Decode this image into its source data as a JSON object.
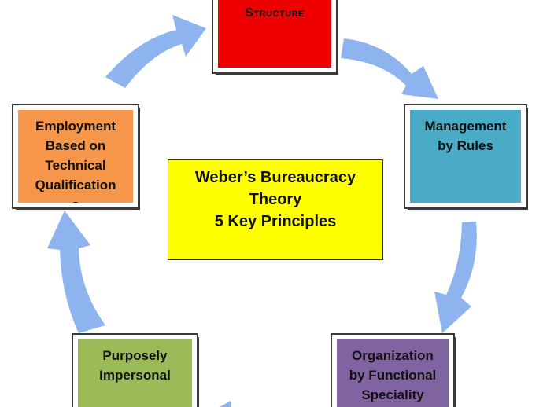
{
  "colors": {
    "arrow": "#8eb4f0",
    "top_box": "#ee0000",
    "left_box": "#f5964a",
    "right_box": "#4aabc6",
    "bottom_left_box": "#9bbb59",
    "bottom_right_box": "#8064a2",
    "center_box": "#ffff00"
  },
  "center": {
    "line1": "Weber’s Bureaucracy",
    "line2": "Theory",
    "line3": "5 Key Principles"
  },
  "boxes": {
    "top": {
      "line1": "Structure"
    },
    "left": {
      "line1": "Employment",
      "line2": "Based on",
      "line3": "Technical",
      "line4": "Qualification",
      "line5": "s"
    },
    "right": {
      "line1": "Management",
      "line2": "by Rules"
    },
    "bottom_left": {
      "line1": "Purposely",
      "line2": "Impersonal"
    },
    "bottom_right": {
      "line1": "Organization",
      "line2": "by Functional",
      "line3": "Speciality"
    }
  }
}
